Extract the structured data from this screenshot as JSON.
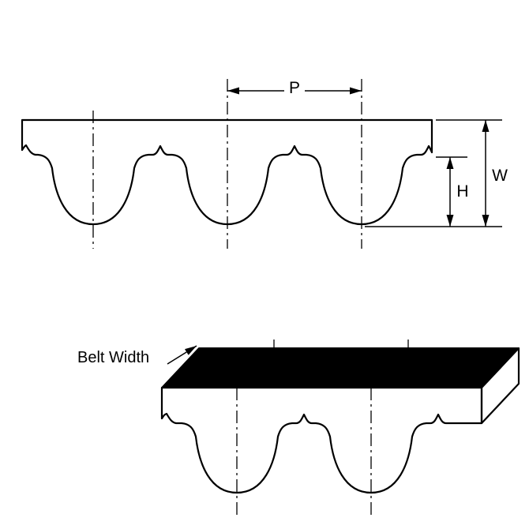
{
  "figure": {
    "labels": {
      "pitch": "P",
      "belt_thickness": "W",
      "tooth_height": "H",
      "belt_width": "Belt Width"
    },
    "colors": {
      "line": "#000000",
      "top_face_fill": "#000000",
      "background": "#ffffff"
    }
  }
}
